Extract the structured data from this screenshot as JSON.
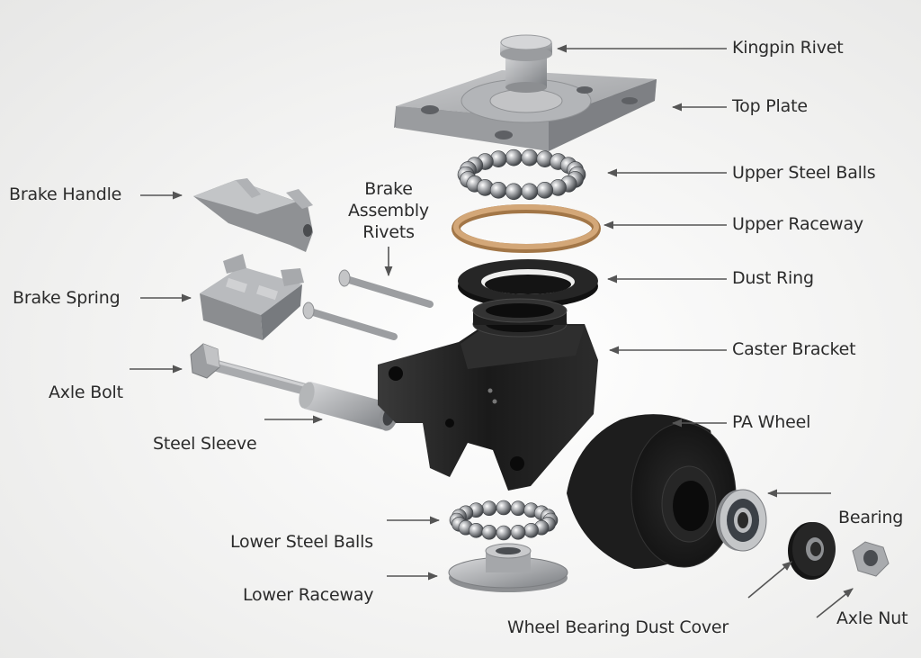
{
  "labels": {
    "kingpin_rivet": "Kingpin Rivet",
    "top_plate": "Top Plate",
    "upper_steel_balls": "Upper Steel Balls",
    "upper_raceway": "Upper Raceway",
    "dust_ring": "Dust Ring",
    "caster_bracket": "Caster Bracket",
    "pa_wheel": "PA Wheel",
    "bearing": "Bearing",
    "axle_nut": "Axle Nut",
    "wheel_bearing_dust_cover": "Wheel Bearing Dust Cover",
    "lower_raceway": "Lower Raceway",
    "lower_steel_balls": "Lower Steel Balls",
    "steel_sleeve": "Steel Sleeve",
    "axle_bolt": "Axle Bolt",
    "brake_spring": "Brake Spring",
    "brake_handle": "Brake Handle",
    "brake_assembly_rivets": "Brake\nAssembly\nRivets"
  },
  "colors": {
    "arrow": "#555555",
    "text": "#2b2b2b",
    "steel": "#a9abad",
    "black_part": "#1c1c1c",
    "raceway_bronze": "#c99a6b"
  }
}
